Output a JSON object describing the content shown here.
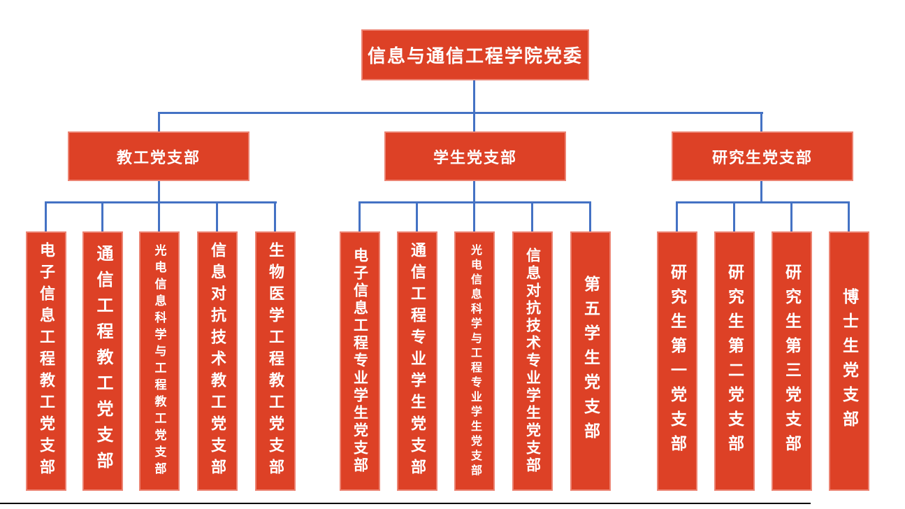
{
  "root": {
    "label": "信息与通信工程学院党委"
  },
  "branches": [
    {
      "label": "教工党支部",
      "children": [
        "电子信息工程教工党支部",
        "通信工程教工党支部",
        "光电信息科学与工程教工党支部",
        "信息对抗技术教工党支部",
        "生物医学工程教工党支部"
      ]
    },
    {
      "label": "学生党支部",
      "children": [
        "电子信息工程专业学生党支部",
        "通信工程专业学生党支部",
        "光电信息科学与工程专业学生党支部",
        "信息对抗技术专业学生党支部",
        "第五学生党支部"
      ]
    },
    {
      "label": "研究生党支部",
      "children": [
        "研究生第一党支部",
        "研究生第二党支部",
        "研究生第三党支部",
        "博士生党支部"
      ]
    }
  ],
  "colors": {
    "box_fill": "#DD4126",
    "box_border": "#EC8372",
    "connector": "#4472C4",
    "text": "#FFFFFF",
    "page_border": "#000000"
  }
}
